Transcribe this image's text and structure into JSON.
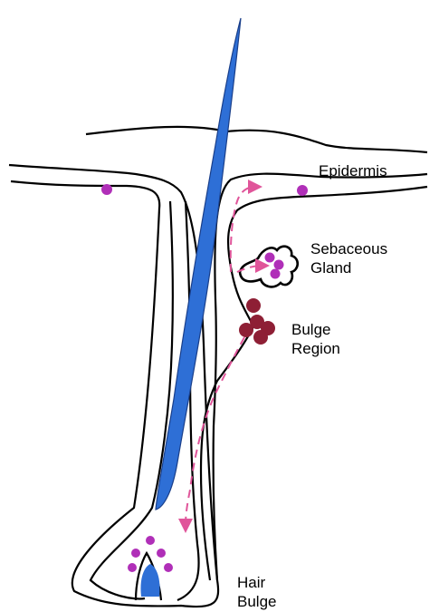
{
  "labels": {
    "epidermis": "Epidermis",
    "sebaceous_line1": "Sebaceous",
    "sebaceous_line2": "Gland",
    "bulge_line1": "Bulge",
    "bulge_line2": "Region",
    "hair_bulge_line1": "Hair",
    "hair_bulge_line2": "Bulge"
  },
  "colors": {
    "outline": "#000000",
    "hair_shaft": "#2e6fd6",
    "stem_cell": "#b02fb8",
    "bulge_cell": "#8e1f35",
    "migration_path": "#e0559a",
    "background": "#ffffff"
  }
}
